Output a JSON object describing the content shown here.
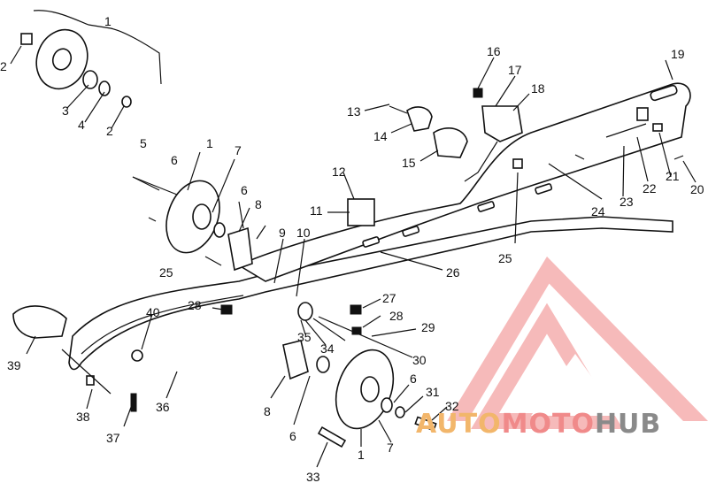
{
  "callouts": [
    {
      "id": "c1a",
      "label": "1"
    },
    {
      "id": "c2a",
      "label": "2"
    },
    {
      "id": "c3",
      "label": "3"
    },
    {
      "id": "c4",
      "label": "4"
    },
    {
      "id": "c2b",
      "label": "2"
    },
    {
      "id": "c5",
      "label": "5"
    },
    {
      "id": "c6a",
      "label": "6"
    },
    {
      "id": "c1b",
      "label": "1"
    },
    {
      "id": "c7a",
      "label": "7"
    },
    {
      "id": "c6b",
      "label": "6"
    },
    {
      "id": "c8a",
      "label": "8"
    },
    {
      "id": "c9",
      "label": "9"
    },
    {
      "id": "c10",
      "label": "10"
    },
    {
      "id": "c11",
      "label": "11"
    },
    {
      "id": "c12",
      "label": "12"
    },
    {
      "id": "c13",
      "label": "13"
    },
    {
      "id": "c14",
      "label": "14"
    },
    {
      "id": "c15",
      "label": "15"
    },
    {
      "id": "c16",
      "label": "16"
    },
    {
      "id": "c17",
      "label": "17"
    },
    {
      "id": "c18",
      "label": "18"
    },
    {
      "id": "c19",
      "label": "19"
    },
    {
      "id": "c20",
      "label": "20"
    },
    {
      "id": "c21",
      "label": "21"
    },
    {
      "id": "c22",
      "label": "22"
    },
    {
      "id": "c23",
      "label": "23"
    },
    {
      "id": "c24",
      "label": "24"
    },
    {
      "id": "c25a",
      "label": "25"
    },
    {
      "id": "c25b",
      "label": "25"
    },
    {
      "id": "c26",
      "label": "26"
    },
    {
      "id": "c27",
      "label": "27"
    },
    {
      "id": "c28a",
      "label": "28"
    },
    {
      "id": "c28b",
      "label": "28"
    },
    {
      "id": "c29",
      "label": "29"
    },
    {
      "id": "c30",
      "label": "30"
    },
    {
      "id": "c34",
      "label": "34"
    },
    {
      "id": "c35",
      "label": "35"
    },
    {
      "id": "c40",
      "label": "40"
    },
    {
      "id": "c39",
      "label": "39"
    },
    {
      "id": "c38",
      "label": "38"
    },
    {
      "id": "c37",
      "label": "37"
    },
    {
      "id": "c36",
      "label": "36"
    },
    {
      "id": "c8b",
      "label": "8"
    },
    {
      "id": "c6c",
      "label": "6"
    },
    {
      "id": "c1c",
      "label": "1"
    },
    {
      "id": "c7b",
      "label": "7"
    },
    {
      "id": "c6d",
      "label": "6"
    },
    {
      "id": "c31",
      "label": "31"
    },
    {
      "id": "c32",
      "label": "32"
    },
    {
      "id": "c33",
      "label": "33"
    }
  ],
  "watermark": {
    "part1": "AUTO",
    "part2": "MOTO",
    "part3": "HUB",
    "logo_color": "#f27b7b"
  }
}
